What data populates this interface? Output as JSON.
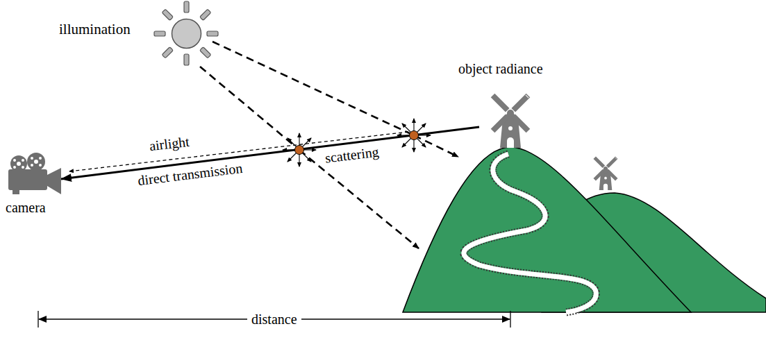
{
  "diagram": {
    "labels": [
      "illumination",
      "object radiance",
      "airlight",
      "scattering",
      "direct transmission",
      "camera",
      "distance"
    ]
  }
}
